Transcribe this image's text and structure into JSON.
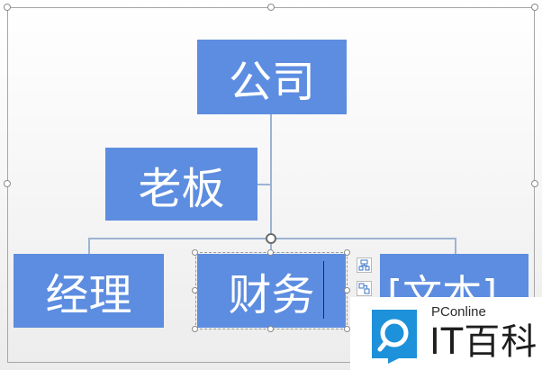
{
  "diagram": {
    "nodes": {
      "company": "公司",
      "boss": "老板",
      "manager": "经理",
      "finance": "财务",
      "placeholder": "[文本]"
    }
  },
  "watermark": {
    "brand": "PConline",
    "site": "IT百科"
  },
  "colors": {
    "node_fill": "#5d8de0",
    "connector": "#9db3d4",
    "brand_blue": "#1d91d9"
  }
}
